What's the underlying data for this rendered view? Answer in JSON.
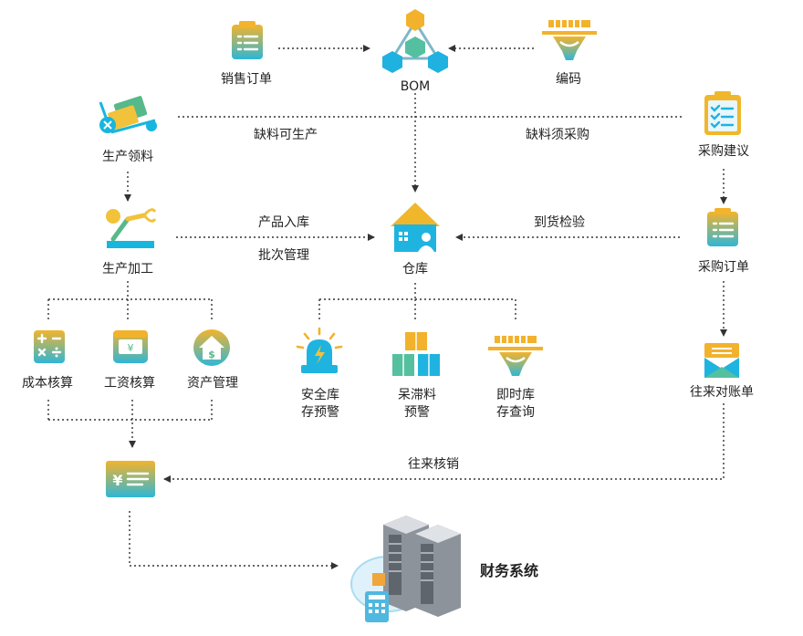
{
  "nodes": {
    "sales_order": "销售订单",
    "bom": "BOM",
    "encoding": "编码",
    "production_picking": "生产领料",
    "purchase_suggestion": "采购建议",
    "production_processing": "生产加工",
    "warehouse": "仓库",
    "purchase_order": "采购订单",
    "cost_accounting": "成本核算",
    "wage_accounting": "工资核算",
    "asset_management": "资产管理",
    "safety_stock_line1": "安全库",
    "safety_stock_line2": "存预警",
    "slow_material_line1": "呆滞料",
    "slow_material_line2": "预警",
    "realtime_stock_line1": "即时库",
    "realtime_stock_line2": "存查询",
    "reconciliation": "往来对账单",
    "finance_system": "财务系统"
  },
  "edges": {
    "shortage_can_produce": "缺料可生产",
    "shortage_must_purchase": "缺料须采购",
    "product_inbound": "产品入库",
    "batch_management": "批次管理",
    "arrival_inspection": "到货检验",
    "write_off": "往来核销"
  },
  "icons": {
    "yen_symbol": "¥",
    "money_symbol": "¥",
    "asset_symbol": "$"
  },
  "colors": {
    "gradient_top": "#f2c23a",
    "gradient_mid": "#55b98a",
    "gradient_bottom": "#16b6de",
    "line": "#333333"
  }
}
